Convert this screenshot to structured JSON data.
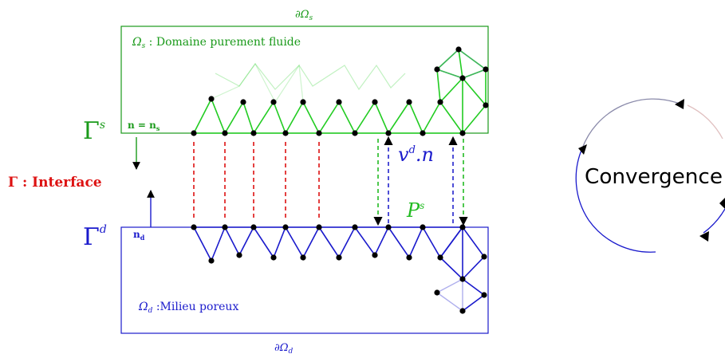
{
  "colors": {
    "fluid": "#1a9a1a",
    "fluid_mesh": "#22cc22",
    "porous": "#1a1acc",
    "interface": "#dd1111",
    "arrow_fluid": "#22bb22",
    "arrow_porous": "#2222cc",
    "node": "#000000"
  },
  "labels": {
    "boundary_fluid": "∂Ω",
    "boundary_fluid_sub": "s",
    "fluid_domain_symbol": "Ω",
    "fluid_domain_sub": "s",
    "fluid_domain_text": " : Domaine purement fluide",
    "gamma_s": "Γ",
    "gamma_s_sup": "s",
    "normal_s_left": "n = n",
    "normal_s_sub": "s",
    "interface": "Γ : Interface",
    "gamma_d": "Γ",
    "gamma_d_sup": "d",
    "normal_d": "n",
    "normal_d_sub": "d",
    "velocity_v": "v",
    "velocity_sup": "d",
    "velocity_rest": ".n",
    "pressure_p": "P",
    "pressure_sup": "s",
    "porous_domain_symbol": "Ω",
    "porous_domain_sub": "d",
    "porous_domain_text": " :Milieu poreux",
    "boundary_porous": "∂Ω",
    "boundary_porous_sub": "d",
    "convergence": "Convergence"
  }
}
